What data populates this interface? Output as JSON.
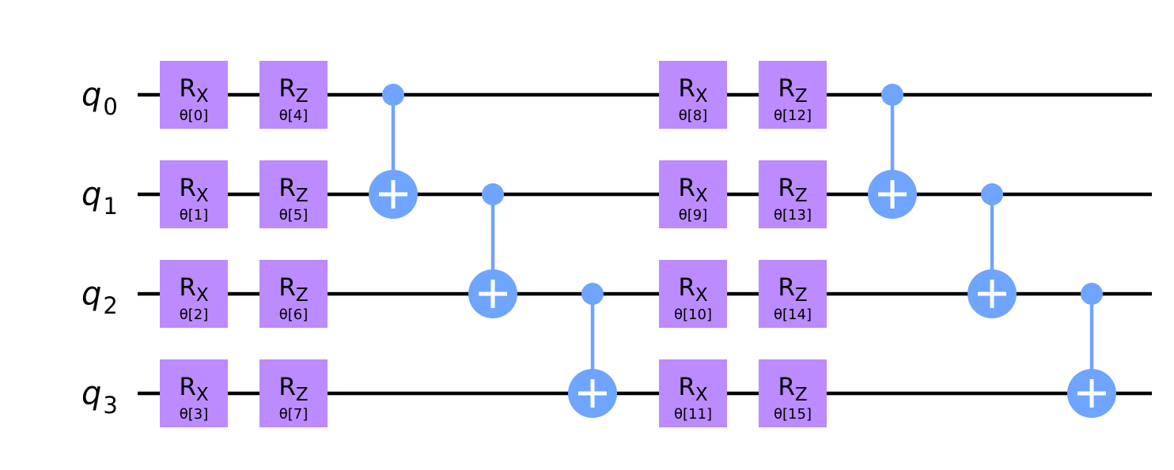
{
  "circuit": {
    "qubits": [
      {
        "name": "q",
        "index": "0"
      },
      {
        "name": "q",
        "index": "1"
      },
      {
        "name": "q",
        "index": "2"
      },
      {
        "name": "q",
        "index": "3"
      }
    ],
    "colors": {
      "wire": "#000000",
      "rotation_gate": "#bb8bff",
      "cnot": "#6fa4ff",
      "cnot_plus": "#ffffff",
      "gate_text": "#000000"
    },
    "rotation_gates": [
      {
        "column": 0,
        "qubit": 0,
        "base": "R",
        "sub": "X",
        "param": "θ[0]"
      },
      {
        "column": 0,
        "qubit": 1,
        "base": "R",
        "sub": "X",
        "param": "θ[1]"
      },
      {
        "column": 0,
        "qubit": 2,
        "base": "R",
        "sub": "X",
        "param": "θ[2]"
      },
      {
        "column": 0,
        "qubit": 3,
        "base": "R",
        "sub": "X",
        "param": "θ[3]"
      },
      {
        "column": 1,
        "qubit": 0,
        "base": "R",
        "sub": "Z",
        "param": "θ[4]"
      },
      {
        "column": 1,
        "qubit": 1,
        "base": "R",
        "sub": "Z",
        "param": "θ[5]"
      },
      {
        "column": 1,
        "qubit": 2,
        "base": "R",
        "sub": "Z",
        "param": "θ[6]"
      },
      {
        "column": 1,
        "qubit": 3,
        "base": "R",
        "sub": "Z",
        "param": "θ[7]"
      },
      {
        "column": 5,
        "qubit": 0,
        "base": "R",
        "sub": "X",
        "param": "θ[8]"
      },
      {
        "column": 5,
        "qubit": 1,
        "base": "R",
        "sub": "X",
        "param": "θ[9]"
      },
      {
        "column": 5,
        "qubit": 2,
        "base": "R",
        "sub": "X",
        "param": "θ[10]"
      },
      {
        "column": 5,
        "qubit": 3,
        "base": "R",
        "sub": "X",
        "param": "θ[11]"
      },
      {
        "column": 6,
        "qubit": 0,
        "base": "R",
        "sub": "Z",
        "param": "θ[12]"
      },
      {
        "column": 6,
        "qubit": 1,
        "base": "R",
        "sub": "Z",
        "param": "θ[13]"
      },
      {
        "column": 6,
        "qubit": 2,
        "base": "R",
        "sub": "Z",
        "param": "θ[14]"
      },
      {
        "column": 6,
        "qubit": 3,
        "base": "R",
        "sub": "Z",
        "param": "θ[15]"
      }
    ],
    "cnot_gates": [
      {
        "column": 2,
        "control": 0,
        "target": 1
      },
      {
        "column": 3,
        "control": 1,
        "target": 2
      },
      {
        "column": 4,
        "control": 2,
        "target": 3
      },
      {
        "column": 7,
        "control": 0,
        "target": 1
      },
      {
        "column": 8,
        "control": 1,
        "target": 2
      },
      {
        "column": 9,
        "control": 2,
        "target": 3
      }
    ]
  }
}
